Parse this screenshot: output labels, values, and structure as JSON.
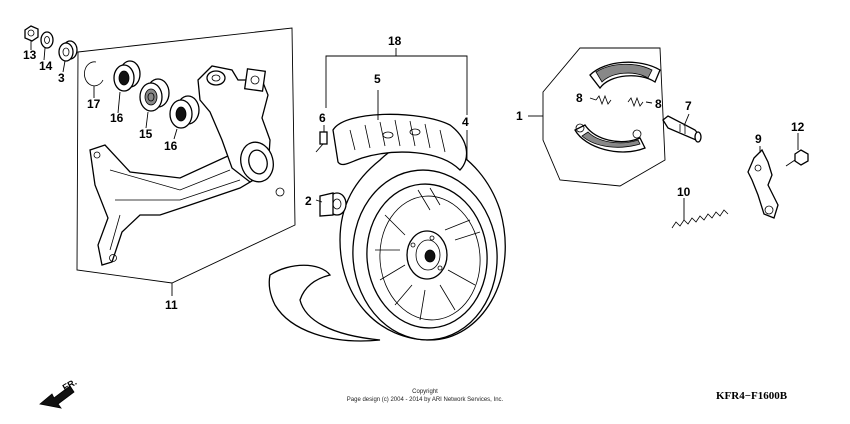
{
  "diagram": {
    "callouts": {
      "c1": "1",
      "c2": "2",
      "c3": "3",
      "c4": "4",
      "c5": "5",
      "c6": "6",
      "c7": "7",
      "c8a": "8",
      "c8b": "8",
      "c9": "9",
      "c10": "10",
      "c11": "11",
      "c12": "12",
      "c13": "13",
      "c14": "14",
      "c15": "15",
      "c16a": "16",
      "c16b": "16",
      "c17": "17",
      "c18": "18"
    },
    "direction_label": "FR.",
    "diagram_code": "KFR4−F1600B",
    "copyright_line1": "Copyright",
    "copyright_line2": "Page design (c) 2004 - 2014 by ARI Network Services, Inc."
  },
  "icons": {
    "direction": "arrow-front-icon"
  }
}
